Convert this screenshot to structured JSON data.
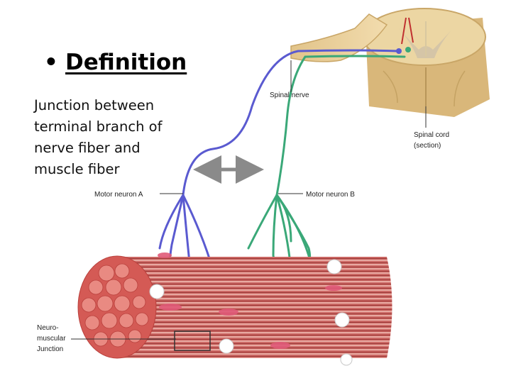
{
  "slide": {
    "bullet": "•",
    "heading": "Definition",
    "body": "Junction  between\nterminal branch of\nnerve fiber and\nmuscle fiber"
  },
  "diagram": {
    "labels": {
      "spinal_nerve": "Spinal nerve",
      "spinal_cord_line1": "Spinal cord",
      "spinal_cord_line2": "(section)",
      "motor_neuron_a": "Motor neuron A",
      "motor_neuron_b": "Motor neuron B",
      "nmj_line1": "Neuro-",
      "nmj_line2": "muscular",
      "nmj_line3": "Junction"
    },
    "colors": {
      "neuron_a": "#5a5ad0",
      "neuron_b": "#3aa878",
      "muscle": "#c85a58",
      "spinal_cord": "#e6cc8e",
      "arrow": "#8a8a8a"
    }
  }
}
